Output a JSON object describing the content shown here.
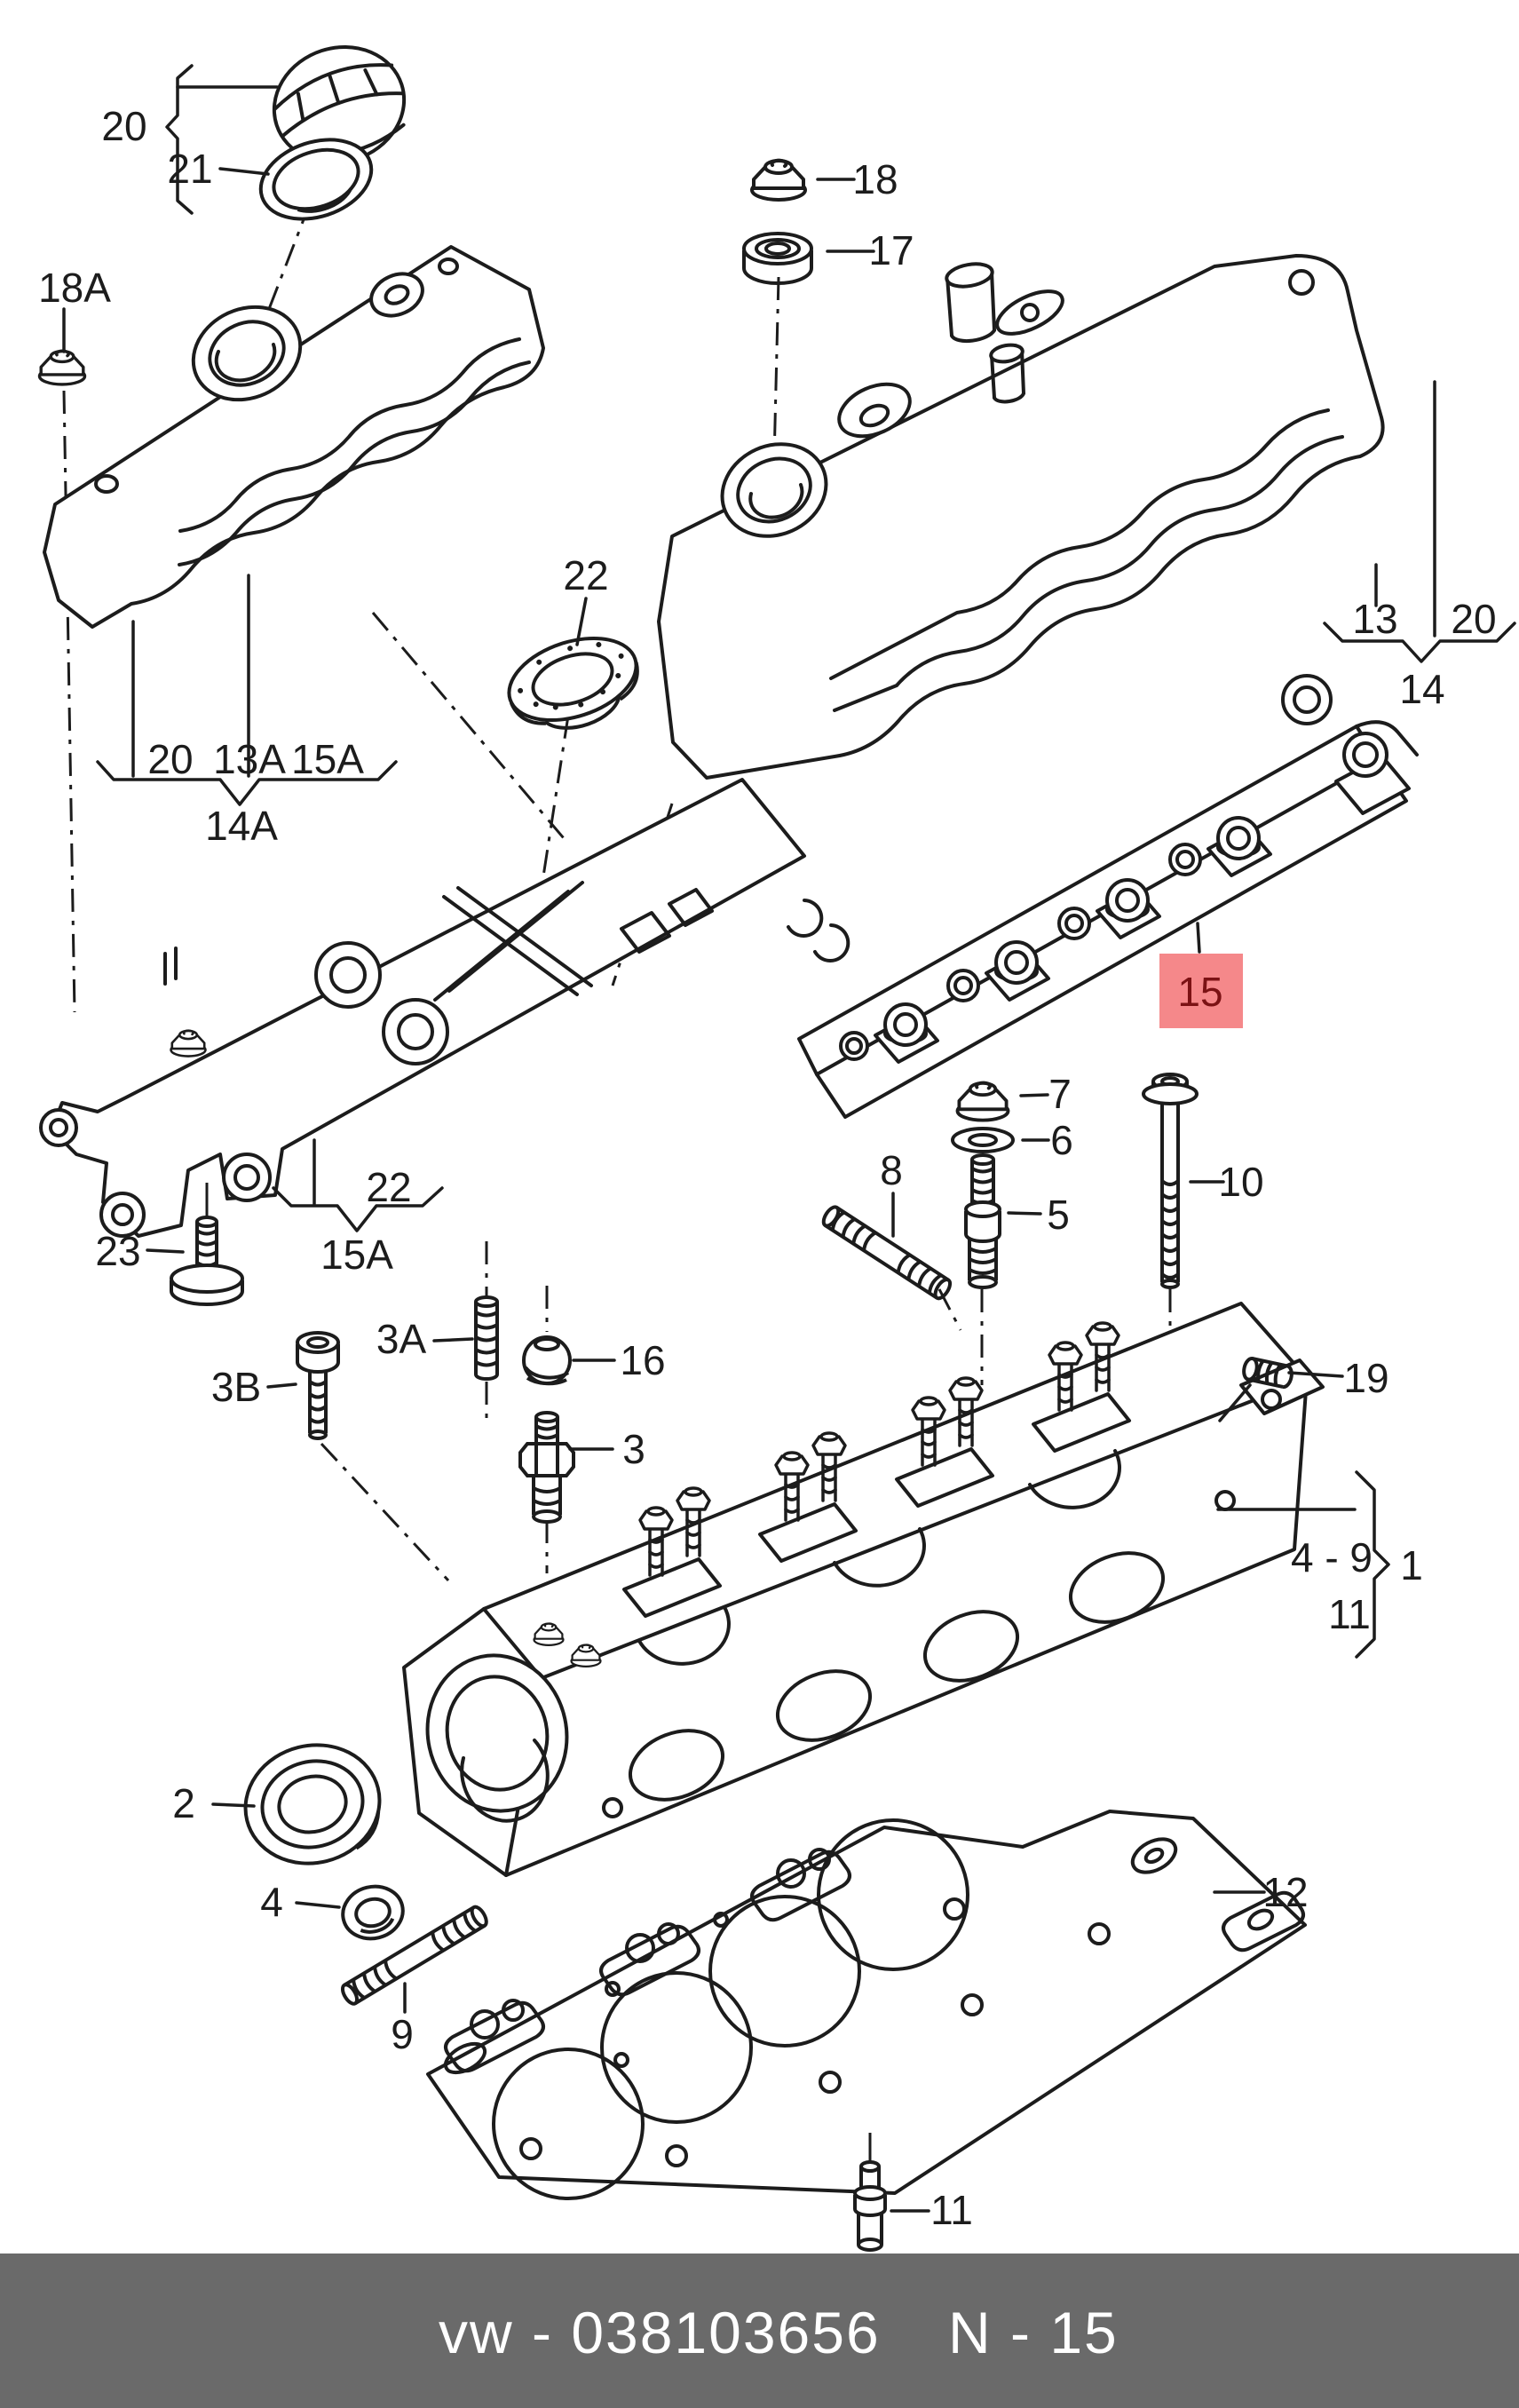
{
  "diagram": {
    "kind": "exploded-parts-diagram",
    "subject": "cylinder head with cover",
    "line_color": "#1c1c1c",
    "background": "#ffffff"
  },
  "highlight": {
    "label": "15",
    "background": "#f5888a",
    "text_color": "#7b1214"
  },
  "footer": {
    "brand_code": "vw - 038103656",
    "page_code": "N - 15",
    "background": "#6a6a6a",
    "text_color": "#ffffff"
  },
  "callouts": {
    "cap_group": "20",
    "cap_seal": "21",
    "nut_18a": "18A",
    "nut_18": "18",
    "seal_17": "17",
    "seal_22_upper": "22",
    "cover_13": "13",
    "cap_20_right": "20",
    "cover_group_14": "14",
    "row_20": "20",
    "row_13a": "13A",
    "row_15a": "15A",
    "group_14a": "14A",
    "nut_7": "7",
    "washer_6": "6",
    "stud_8": "8",
    "stud_5": "5",
    "bolt_10": "10",
    "bolt_23": "23",
    "seal_22_left": "22",
    "group_15a": "15A",
    "stud_3a": "3A",
    "nut_16": "16",
    "bolt_3b": "3B",
    "adapter_3": "3",
    "plug_19": "19",
    "range_4_9": "4 - 9",
    "head_1": "1",
    "head_11": "11",
    "seal_2": "2",
    "seal_4": "4",
    "stud_9": "9",
    "gasket_12": "12",
    "stud_11": "11"
  }
}
